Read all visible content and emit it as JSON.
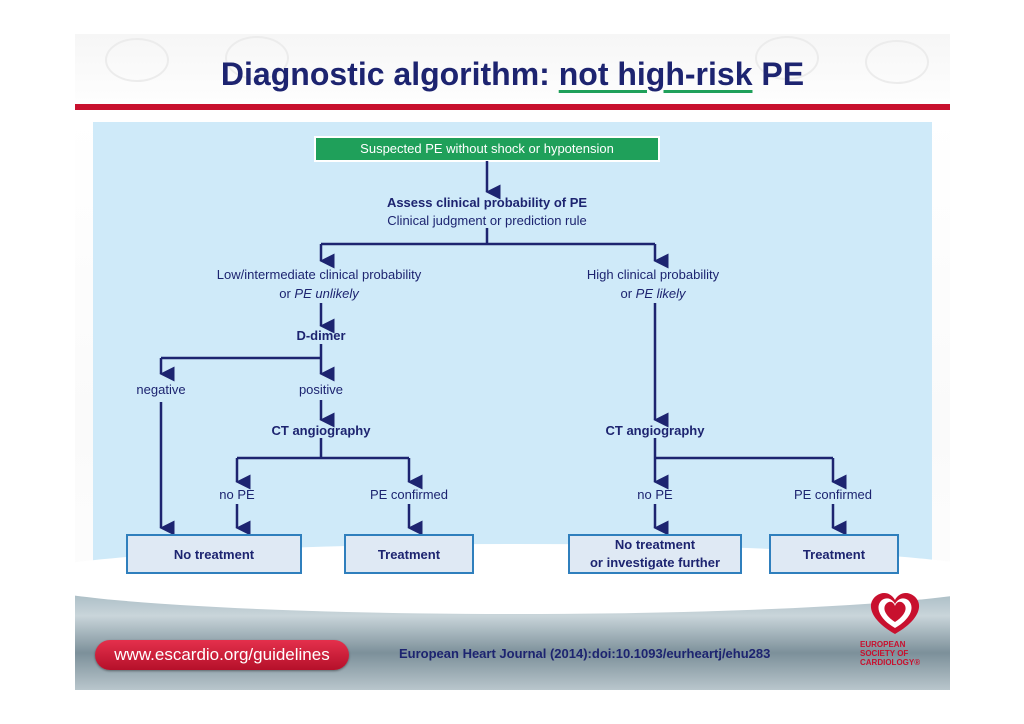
{
  "title_prefix": "Diagnostic algorithm: ",
  "title_underlined": "not high-risk",
  "title_suffix": " PE",
  "colors": {
    "navy": "#1d2470",
    "red": "#c8102e",
    "green": "#1fa05a",
    "panel": "#cfeaf9",
    "box_fill": "#dfe9f4",
    "box_border": "#2f7fbd",
    "arrow": "#1d2470"
  },
  "flow": {
    "start": "Suspected PE without shock or hypotension",
    "assess_title": "Assess clinical probability of PE",
    "assess_sub": "Clinical judgment or prediction rule",
    "low_line1": "Low/intermediate clinical probability",
    "low_line2_prefix": "or ",
    "low_line2_em": "PE unlikely",
    "high_line1": "High clinical probability",
    "high_line2_prefix": "or ",
    "high_line2_em": "PE likely",
    "ddimer": "D-dimer",
    "negative": "negative",
    "positive": "positive",
    "ct_left": "CT angiography",
    "ct_right": "CT angiography",
    "no_pe_left": "no PE",
    "pe_confirmed_left": "PE confirmed",
    "no_pe_right": "no PE",
    "pe_confirmed_right": "PE confirmed",
    "box_no_treatment": "No treatment",
    "box_treatment_left": "Treatment",
    "box_investigate_1": "No treatment",
    "box_investigate_2": "or investigate further",
    "box_treatment_right": "Treatment"
  },
  "footer": {
    "url": "www.escardio.org/guidelines",
    "journal": "European Heart Journal (2014):doi:10.1093/eurheartj/ehu283",
    "logo_line1": "EUROPEAN",
    "logo_line2": "SOCIETY OF",
    "logo_line3": "CARDIOLOGY®"
  }
}
